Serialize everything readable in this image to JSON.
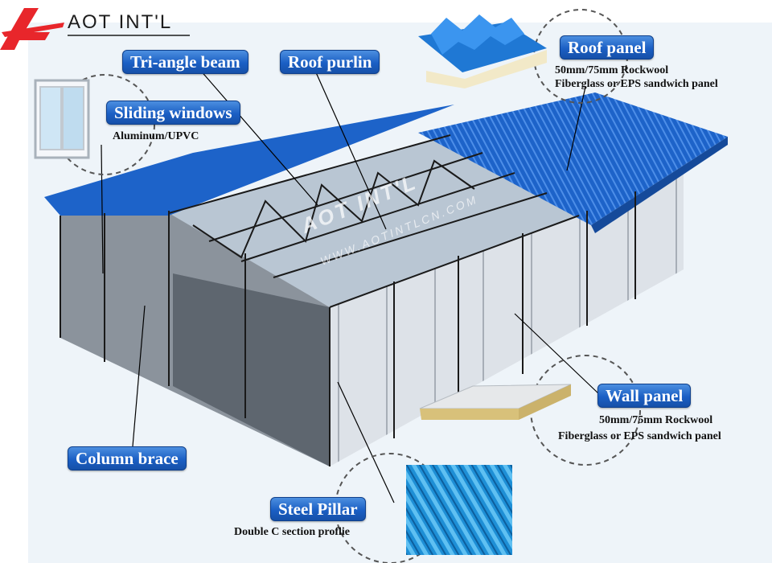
{
  "brand": {
    "name": "AOT INT'L",
    "logo": "aot-logo-mark"
  },
  "watermark": {
    "brand": "AOT INT'L",
    "site": "WWW.AOTINTLCN.COM"
  },
  "labels": {
    "tri_angle_beam": "Tri-angle beam",
    "roof_purlin": "Roof purlin",
    "roof_panel": {
      "title": "Roof panel",
      "line1": "50mm/75mm Rockwool",
      "line2": "Fiberglass or EPS sandwich panel"
    },
    "sliding_windows": {
      "title": "Sliding windows",
      "sub": "Aluminum/UPVC"
    },
    "wall_panel": {
      "title": "Wall panel",
      "line1": "50mm/75mm Rockwool",
      "line2": "Fiberglass or EPS sandwich panel"
    },
    "column_brace": "Column brace",
    "steel_pillar": {
      "title": "Steel Pillar",
      "sub": "Double C section proflie"
    }
  },
  "colors": {
    "roof": "#1d63c9",
    "label_bg": "#1b5fc4",
    "logo_red": "#e8262b",
    "frame": "#222222",
    "wall": "#dfe3e8"
  }
}
